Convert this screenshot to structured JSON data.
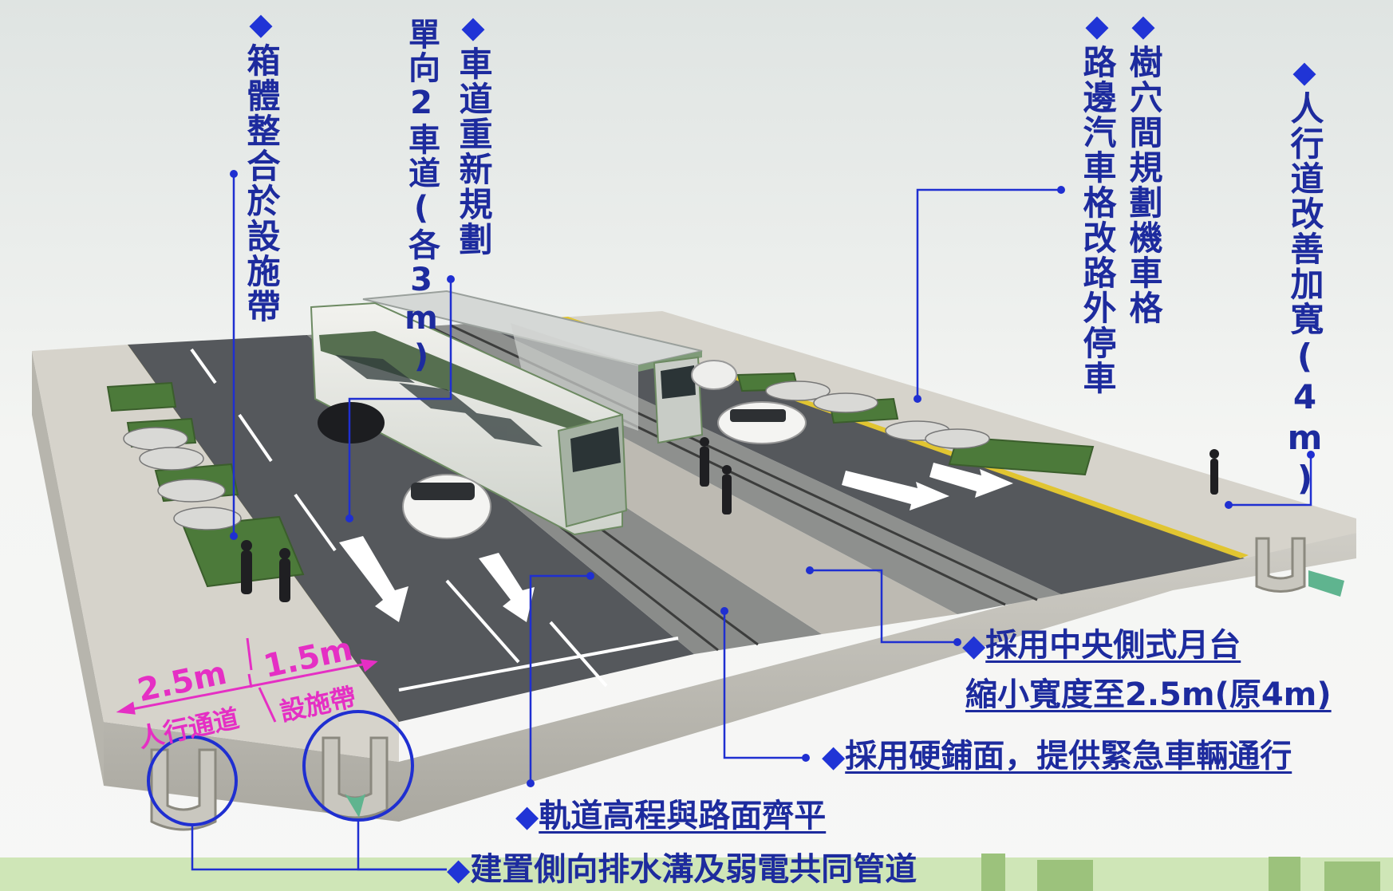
{
  "diagram": {
    "top_labels": [
      {
        "id": "box_integration",
        "marker": "◆",
        "text": "箱體整合於設施帶"
      },
      {
        "id": "lane_replan",
        "marker": "◆",
        "text": "車道重新規劃"
      },
      {
        "id": "lane_detail",
        "marker": "",
        "text": "單向2車道(各3m)"
      },
      {
        "id": "scooter_parking",
        "marker": "◆",
        "text": "樹穴間規劃機車格"
      },
      {
        "id": "car_parking",
        "marker": "◆",
        "text": "路邊汽車格改路外停車"
      },
      {
        "id": "sidewalk_widen",
        "marker": "◆",
        "text": "人行道改善加寬(4m)"
      }
    ],
    "side_labels": [
      {
        "id": "platform",
        "marker": "◆",
        "line1": "採用中央側式月台",
        "line2": "縮小寬度至2.5m(原4m)"
      },
      {
        "id": "hard_paving",
        "marker": "◆",
        "text": "採用硬鋪面，提供緊急車輛通行"
      },
      {
        "id": "track_level",
        "marker": "◆",
        "text": "軌道高程與路面齊平"
      },
      {
        "id": "drainage",
        "marker": "◆",
        "text": "建置側向排水溝及弱電共同管道"
      }
    ],
    "dimensions": {
      "walkway_width": "2.5m",
      "walkway_label": "人行通道",
      "facility_width": "1.5m",
      "facility_label": "設施帶"
    },
    "colors": {
      "label_text": "#1d2b9e",
      "leader_line": "#1f2fd1",
      "dimension": "#e52fc4"
    }
  }
}
